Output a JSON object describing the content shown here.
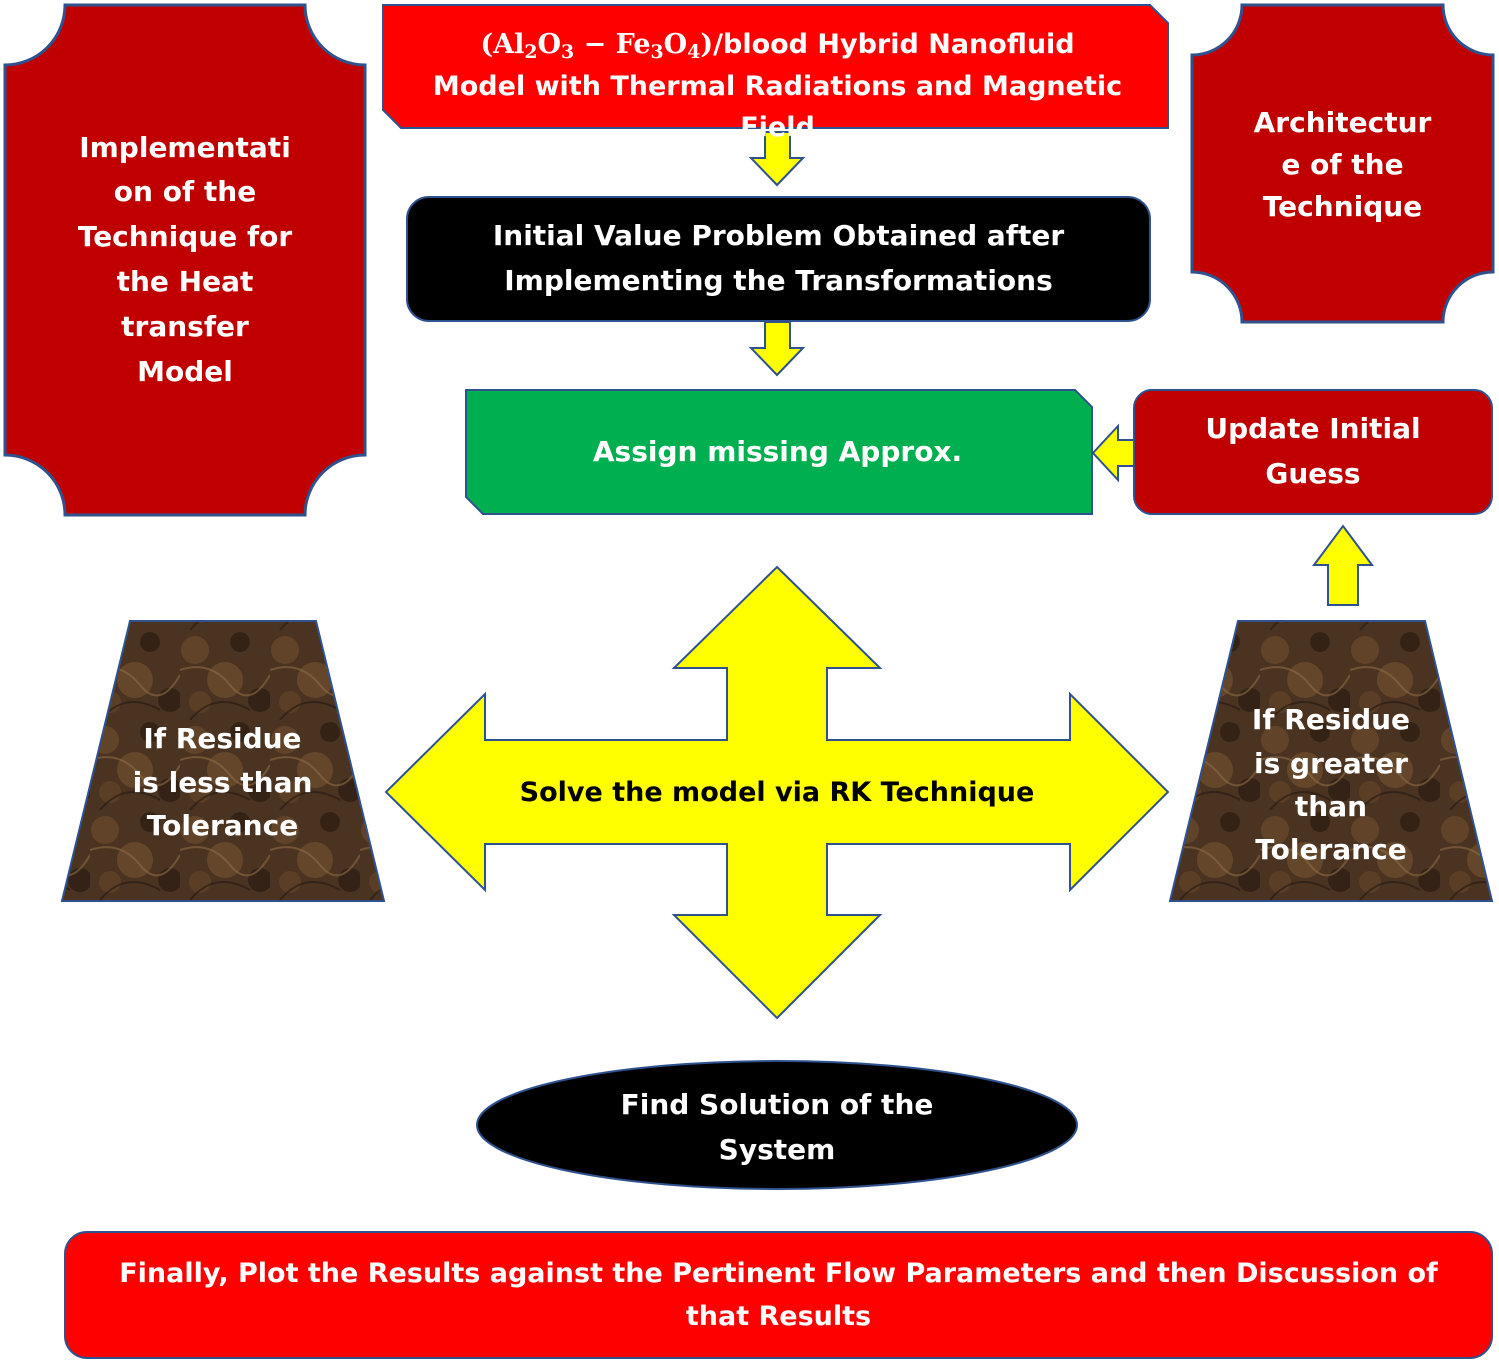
{
  "colors": {
    "red": "#ff0000",
    "dark_red": "#c00000",
    "black": "#000000",
    "green": "#00b050",
    "yellow": "#ffff00",
    "outline": "#2f528f",
    "marble": "#4a3320"
  },
  "title_box": {
    "formula": {
      "open": "(",
      "al": "Al",
      "al_sub": "2",
      "o1": "O",
      "o1_sub": "3",
      "minus": " − ",
      "fe": "Fe",
      "fe_sub": "3",
      "o2": "O",
      "o2_sub": "4",
      "close": ")",
      "rest": "/blood Hybrid Nanofluid"
    },
    "line2": "Model with Thermal Radiations and Magnetic",
    "line3": "Field"
  },
  "left_panel": {
    "text": "Implementati\non of the\nTechnique for\nthe Heat\ntransfer\nModel"
  },
  "right_panel": {
    "text": "Architectur\ne of the\nTechnique"
  },
  "ivp_box": {
    "text": "Initial Value Problem Obtained after\nImplementing the Transformations"
  },
  "assign_box": {
    "text": "Assign missing Approx."
  },
  "update_box": {
    "text": "Update Initial\nGuess"
  },
  "solve_arrow": {
    "text": "Solve the model via RK Technique"
  },
  "left_trapezoid": {
    "text": "If Residue\nis less than\nTolerance"
  },
  "right_trapezoid": {
    "text": "If Residue\nis greater\nthan\nTolerance"
  },
  "ellipse": {
    "text": "Find Solution of the\nSystem"
  },
  "bottom_box": {
    "text": "Finally, Plot the Results against the Pertinent Flow Parameters and then Discussion of\nthat Results"
  }
}
